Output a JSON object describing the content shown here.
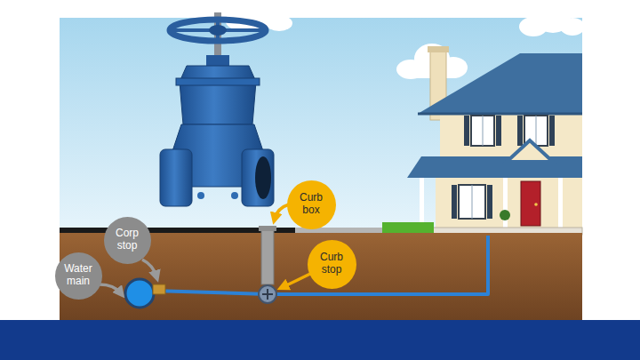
{
  "diagram": {
    "nodes": [
      {
        "text": [
          "Water main"
        ]
      },
      {
        "text": [
          "Corp stop"
        ]
      },
      {
        "text": [
          "Curb box"
        ]
      },
      {
        "text": [
          "Curb stop"
        ]
      }
    ]
  }
}
